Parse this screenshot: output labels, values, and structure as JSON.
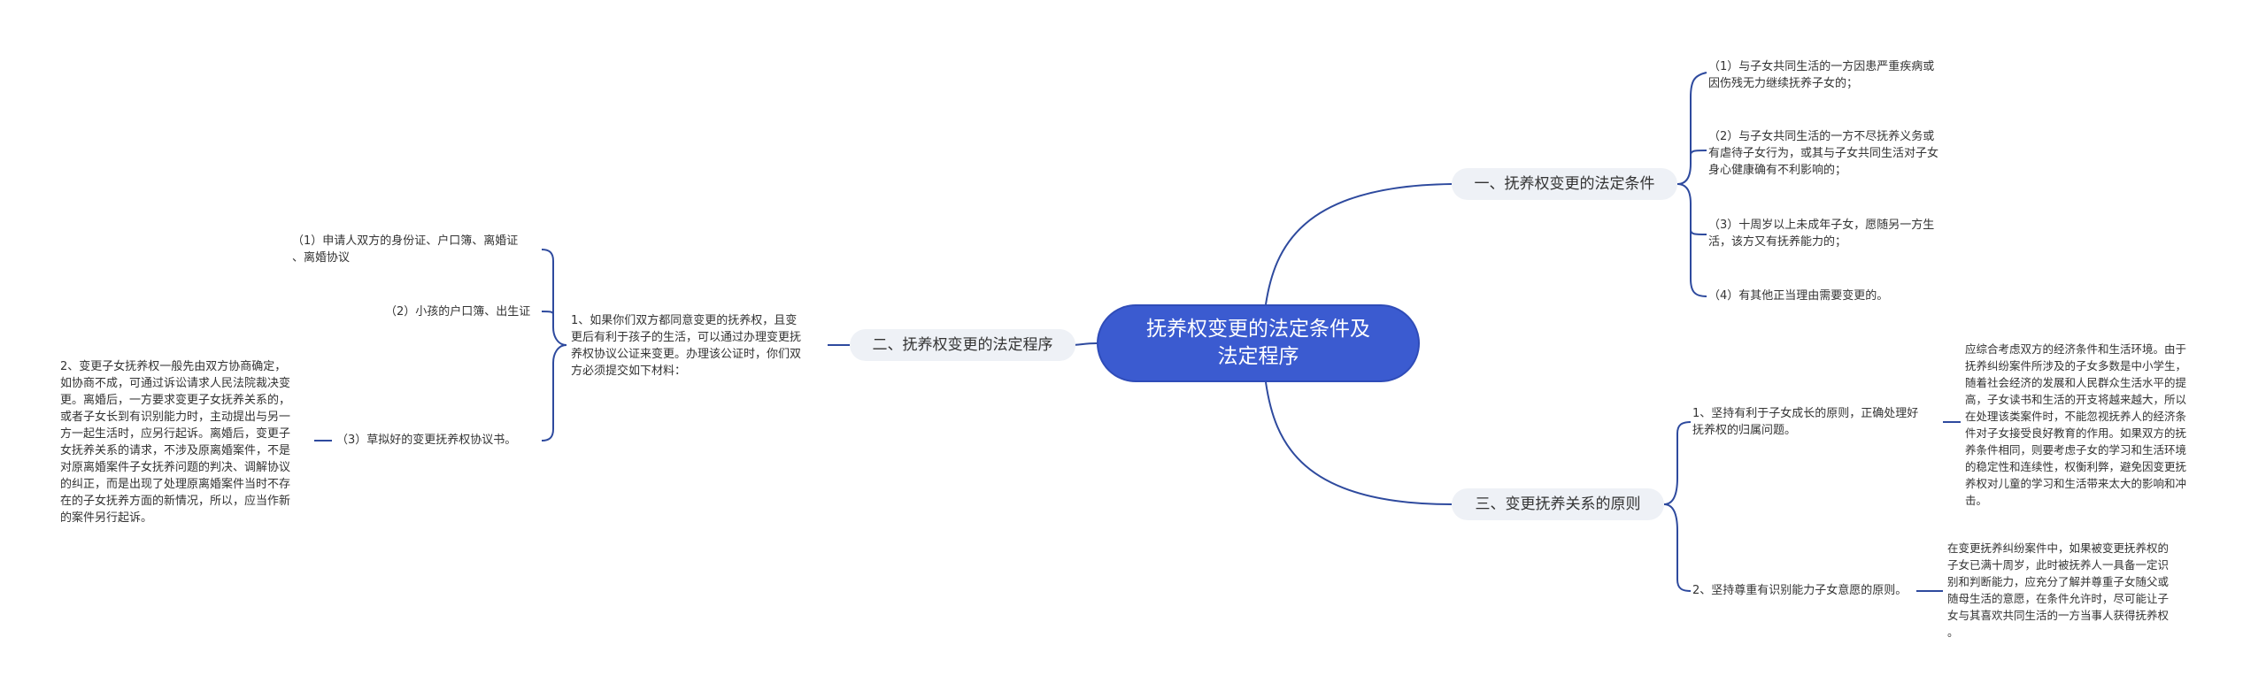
{
  "root": {
    "title": "抚养权变更的法定条件及\n法定程序"
  },
  "branches": {
    "b1": {
      "label": "一、抚养权变更的法定条件",
      "items": [
        "（1）与子女共同生活的一方因患严重疾病或\n因伤残无力继续抚养子女的；",
        "（2）与子女共同生活的一方不尽抚养义务或\n有虐待子女行为，或其与子女共同生活对子女\n身心健康确有不利影响的；",
        "（3）十周岁以上未成年子女，愿随另一方生\n活，该方又有抚养能力的；",
        "（4）有其他正当理由需要变更的。"
      ]
    },
    "b2": {
      "label": "二、抚养权变更的法定程序",
      "child": "1、如果你们双方都同意变更的抚养权，且变\n更后有利于孩子的生活，可以通过办理变更抚\n养权协议公证来变更。办理该公证时，你们双\n方必须提交如下材料：",
      "items": [
        "（1）申请人双方的身份证、户口簿、离婚证\n、离婚协议",
        "（2）小孩的户口簿、出生证",
        "（3）草拟好的变更抚养权协议书。"
      ],
      "note": "2、变更子女抚养权一般先由双方协商确定，\n如协商不成，可通过诉讼请求人民法院裁决变\n更。离婚后，一方要求变更子女抚养关系的，\n或者子女长到有识别能力时，主动提出与另一\n方一起生活时，应另行起诉。离婚后，变更子\n女抚养关系的请求，不涉及原离婚案件，不是\n对原离婚案件子女抚养问题的判决、调解协议\n的纠正，而是出现了处理原离婚案件当时不存\n在的子女抚养方面的新情况，所以，应当作新\n的案件另行起诉。"
    },
    "b3": {
      "label": "三、变更抚养关系的原则",
      "items": [
        {
          "text": "1、坚持有利于子女成长的原则，正确处理好\n抚养权的归属问题。",
          "detail": "应综合考虑双方的经济条件和生活环境。由于\n抚养纠纷案件所涉及的子女多数是中小学生，\n随着社会经济的发展和人民群众生活水平的提\n高，子女读书和生活的开支将越来越大，所以\n在处理该类案件时，不能忽视抚养人的经济条\n件对子女接受良好教育的作用。如果双方的抚\n养条件相同，则要考虑子女的学习和生活环境\n的稳定性和连续性，权衡利弊，避免因变更抚\n养权对儿童的学习和生活带来太大的影响和冲\n击。"
        },
        {
          "text": "2、坚持尊重有识别能力子女意愿的原则。",
          "detail": "在变更抚养纠纷案件中，如果被变更抚养权的\n子女已满十周岁，此时被抚养人一具备一定识\n别和判断能力，应充分了解并尊重子女随父或\n随母生活的意愿，在条件允许时，尽可能让子\n女与其喜欢共同生活的一方当事人获得抚养权\n。"
        }
      ]
    }
  },
  "colors": {
    "root_fill": "#3b5bd0",
    "line": "#2e4a9e",
    "branch_fill": "#eef1f6"
  }
}
